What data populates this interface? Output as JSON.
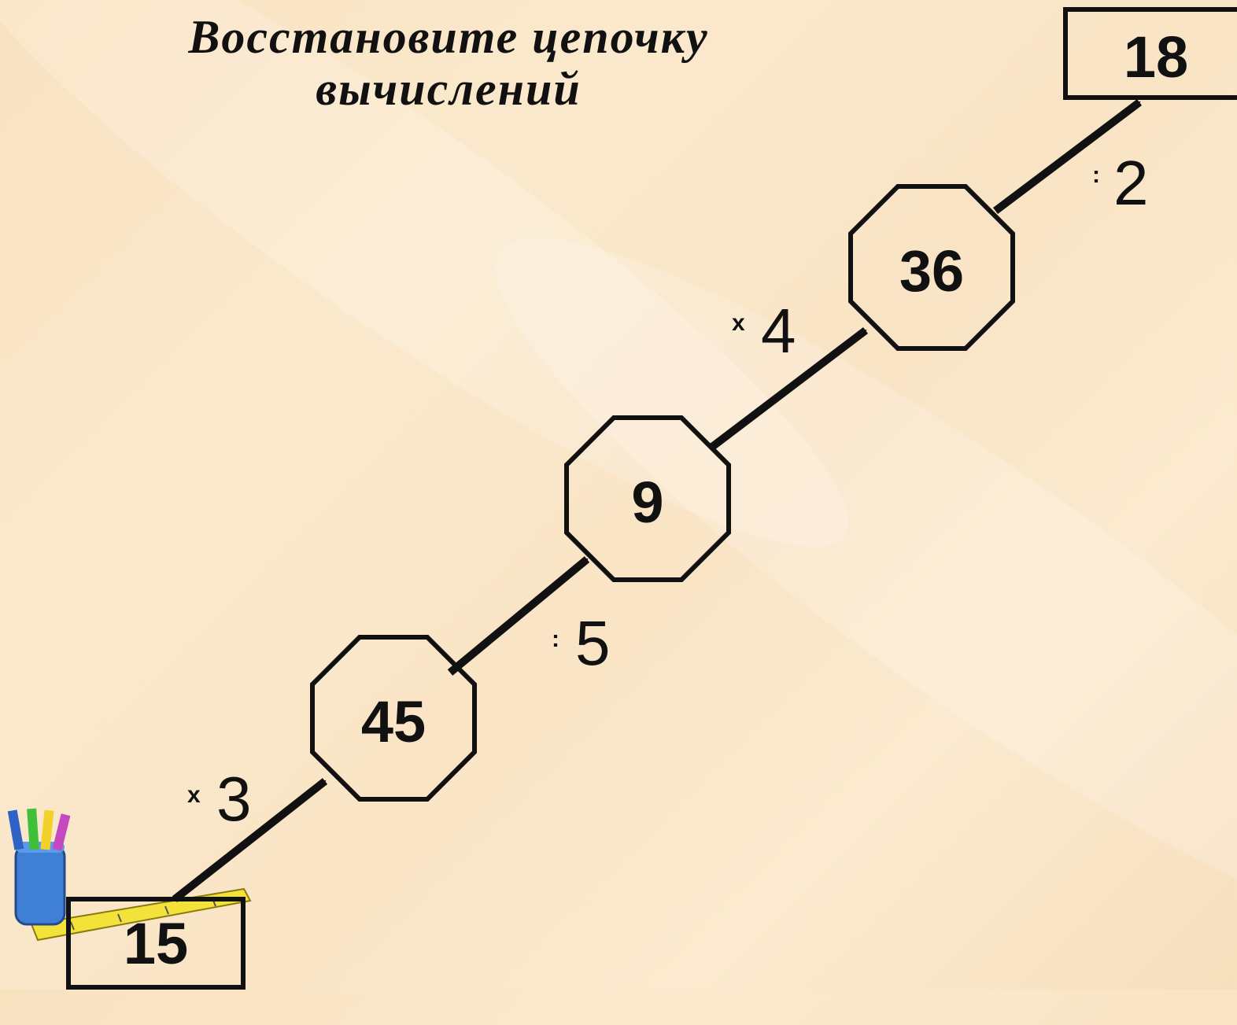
{
  "title": {
    "line1": "Восстановите цепочку",
    "line2": "вычислений"
  },
  "chain": [
    {
      "id": "start",
      "shape": "box",
      "value": "15"
    },
    {
      "id": "n1",
      "shape": "octagon",
      "value": "45"
    },
    {
      "id": "n2",
      "shape": "octagon",
      "value": "9"
    },
    {
      "id": "n3",
      "shape": "octagon",
      "value": "36"
    },
    {
      "id": "end",
      "shape": "box",
      "value": "18"
    }
  ],
  "operations": [
    {
      "symbol": "x",
      "operand": "3"
    },
    {
      "symbol": ":",
      "operand": "5"
    },
    {
      "symbol": "x",
      "operand": "4"
    },
    {
      "symbol": ":",
      "operand": "2"
    }
  ],
  "colors": {
    "stroke": "#111111",
    "node_fill": "none"
  },
  "decoration": {
    "corner_icon": "pencil-cup-and-ruler-icon"
  }
}
